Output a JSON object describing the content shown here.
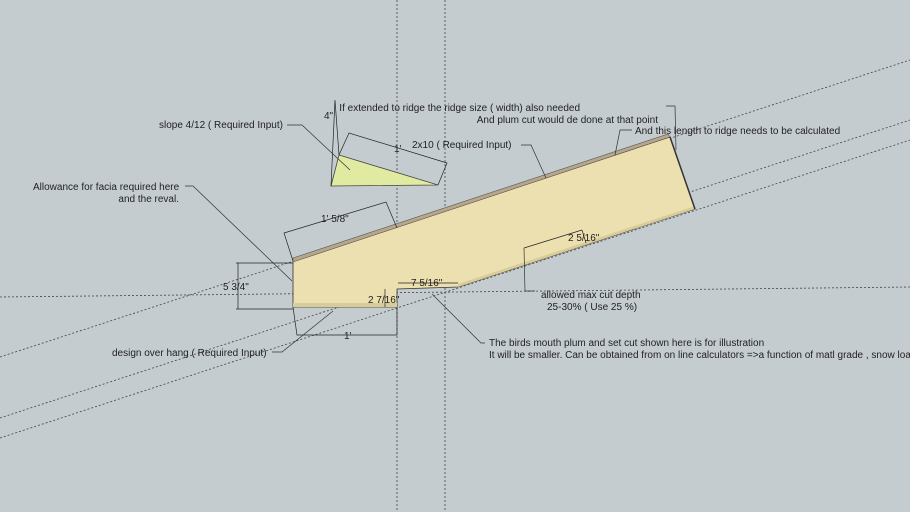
{
  "colors": {
    "background": "#c5ccd0",
    "rafter": "#ede0b0",
    "rafter_top": "#b6a78a",
    "slope_triangle": "#e0eaa0"
  },
  "annotations": {
    "slope": "slope 4/12 ( Required Input)",
    "ridge_line1": "If extended to ridge the ridge size ( width) also needed",
    "ridge_line2": "And plum cut would de done  at that point",
    "length_to_ridge": "And this length to ridge needs to be calculated",
    "lumber": "2x10 ( Required Input)",
    "facia_line1": "Allowance for facia required here",
    "facia_line2": "and the reval.",
    "overhang": "design over hang ( Required Input)",
    "cut_depth_line1": "allowed max cut depth",
    "cut_depth_line2": "25-30% ( Use 25 %)",
    "birdsmouth_line1": "The birds mouth plum and set cut shown here is for illustration",
    "birdsmouth_line2": "It will be smaller. Can be obtained from on line calculators =>a function of matl grade , snow loa"
  },
  "dimensions": {
    "rise": "4\"",
    "run": "1'",
    "facia_width": "1' 5/8\"",
    "plumb_height": "5 3/4\"",
    "seat_cut": "7 5/16\"",
    "heel_cut": "2 7/16\"",
    "overhang": "1'",
    "cut_depth": "2 5/16\""
  }
}
